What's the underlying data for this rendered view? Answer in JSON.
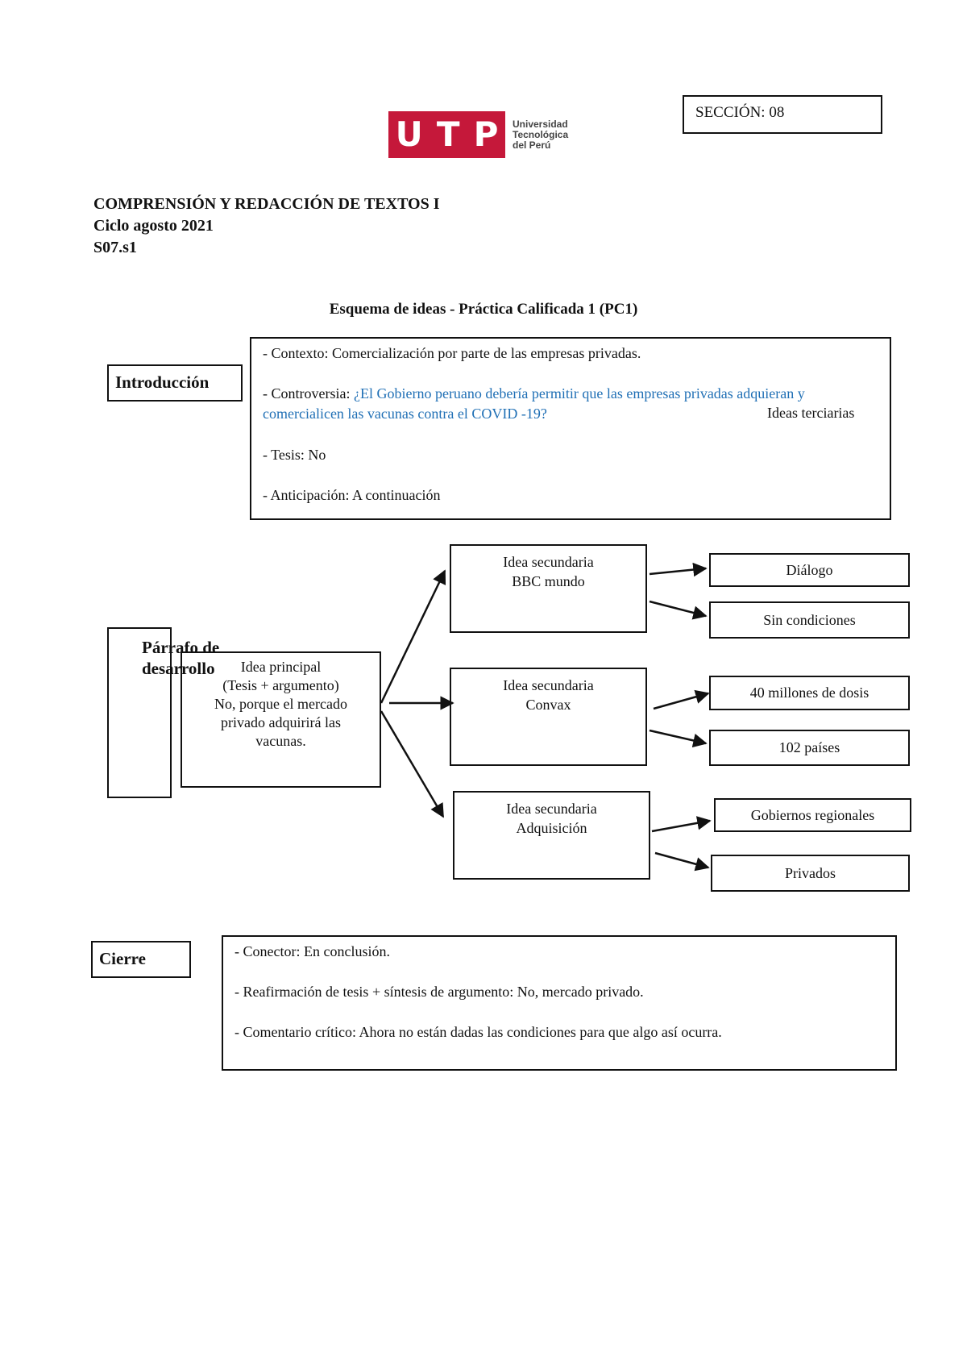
{
  "section": {
    "label": "SECCIÓN: 08"
  },
  "logo": {
    "letters": [
      "U",
      "T",
      "P"
    ],
    "text_lines": [
      "Universidad",
      "Tecnológica",
      "del Perú"
    ]
  },
  "header": {
    "course": "COMPRENSIÓN Y REDACCIÓN DE TEXTOS I",
    "cycle": "Ciclo agosto 2021",
    "code": "S07.s1"
  },
  "title": "Esquema de ideas - Práctica Calificada 1 (PC1)",
  "intro": {
    "label": "Introducción",
    "context": "- Contexto: Comercialización por parte de las empresas privadas.",
    "controversy_prefix": "- Controversia: ",
    "controversy_question": "¿El Gobierno peruano debería permitir que las empresas privadas adquieran y comercialicen las vacunas contra el COVID -19?",
    "tertiary_note": "Ideas terciarias",
    "thesis": "- Tesis: No",
    "anticipation": "- Anticipación: A continuación"
  },
  "development": {
    "label": "Párrafo de desarrollo",
    "main_idea": {
      "title": "Idea principal",
      "subtitle": "(Tesis + argumento)",
      "text": "No, porque el mercado privado adquirirá las vacunas."
    },
    "secondary": [
      {
        "title": "Idea secundaria",
        "name": "BBC mundo",
        "tertiary": [
          "Diálogo",
          "Sin condiciones"
        ]
      },
      {
        "title": "Idea secundaria",
        "name": "Convax",
        "tertiary": [
          "40 millones de dosis",
          "102 países"
        ]
      },
      {
        "title": "Idea secundaria",
        "name": "Adquisición",
        "tertiary": [
          "Gobiernos regionales",
          "Privados"
        ]
      }
    ]
  },
  "closing": {
    "label": "Cierre",
    "connector": "- Conector: En conclusión.",
    "reaffirmation": "- Reafirmación de tesis + síntesis de argumento: No, mercado privado.",
    "critical": "- Comentario crítico: Ahora no están dadas las condiciones para que algo así ocurra."
  },
  "colors": {
    "logo_red": "#c5183a",
    "question_blue": "#1f6fb5"
  }
}
